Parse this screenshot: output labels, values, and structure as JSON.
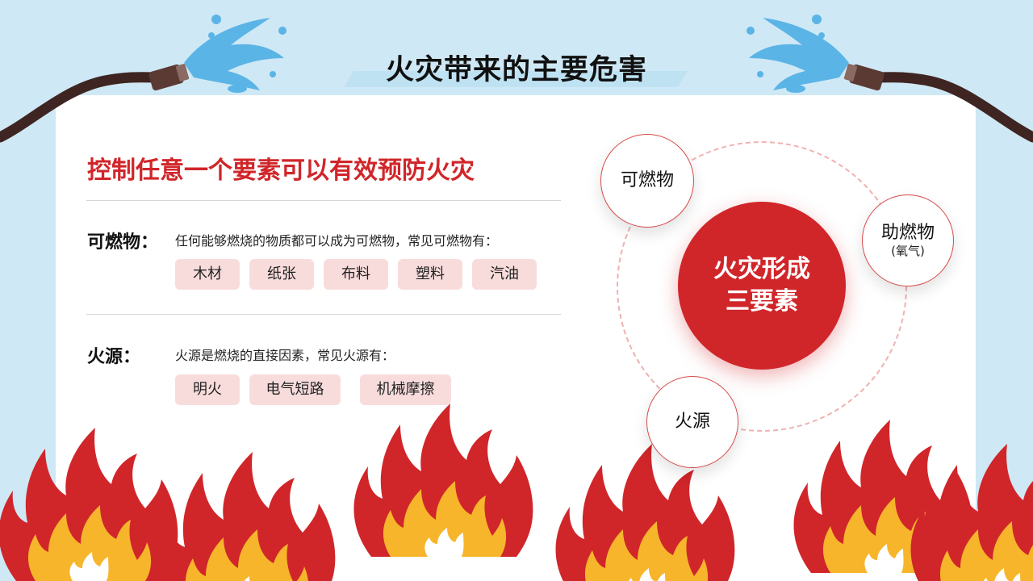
{
  "title": "火灾带来的主要危害",
  "subtitle": "控制任意一个要素可以有效预防火灾",
  "sections": [
    {
      "label": "可燃物：",
      "desc": "任何能够燃烧的物质都可以成为可燃物，常见可燃物有：",
      "tags": [
        "木材",
        "纸张",
        "布料",
        "塑料",
        "汽油"
      ]
    },
    {
      "label": "火源：",
      "desc": "火源是燃烧的直接因素，常见火源有：",
      "tags": [
        "明火",
        "电气短路",
        "机械摩擦"
      ]
    }
  ],
  "diagram": {
    "core_line1": "火灾形成",
    "core_line2": "三要素",
    "nodes": [
      {
        "label": "可燃物",
        "sub": ""
      },
      {
        "label": "助燃物",
        "sub": "(氧气)"
      },
      {
        "label": "火源",
        "sub": ""
      }
    ]
  },
  "colors": {
    "accent_red": "#d0262a",
    "tag_bg": "#f8dcdc",
    "sky_blue": "#cfe8f5",
    "flame_yellow": "#f7b52b",
    "water_blue": "#5bb4e6",
    "hose_brown": "#3e2522"
  },
  "icons": [
    "water-spray-icon",
    "fire-hose-icon",
    "flame-icon"
  ]
}
